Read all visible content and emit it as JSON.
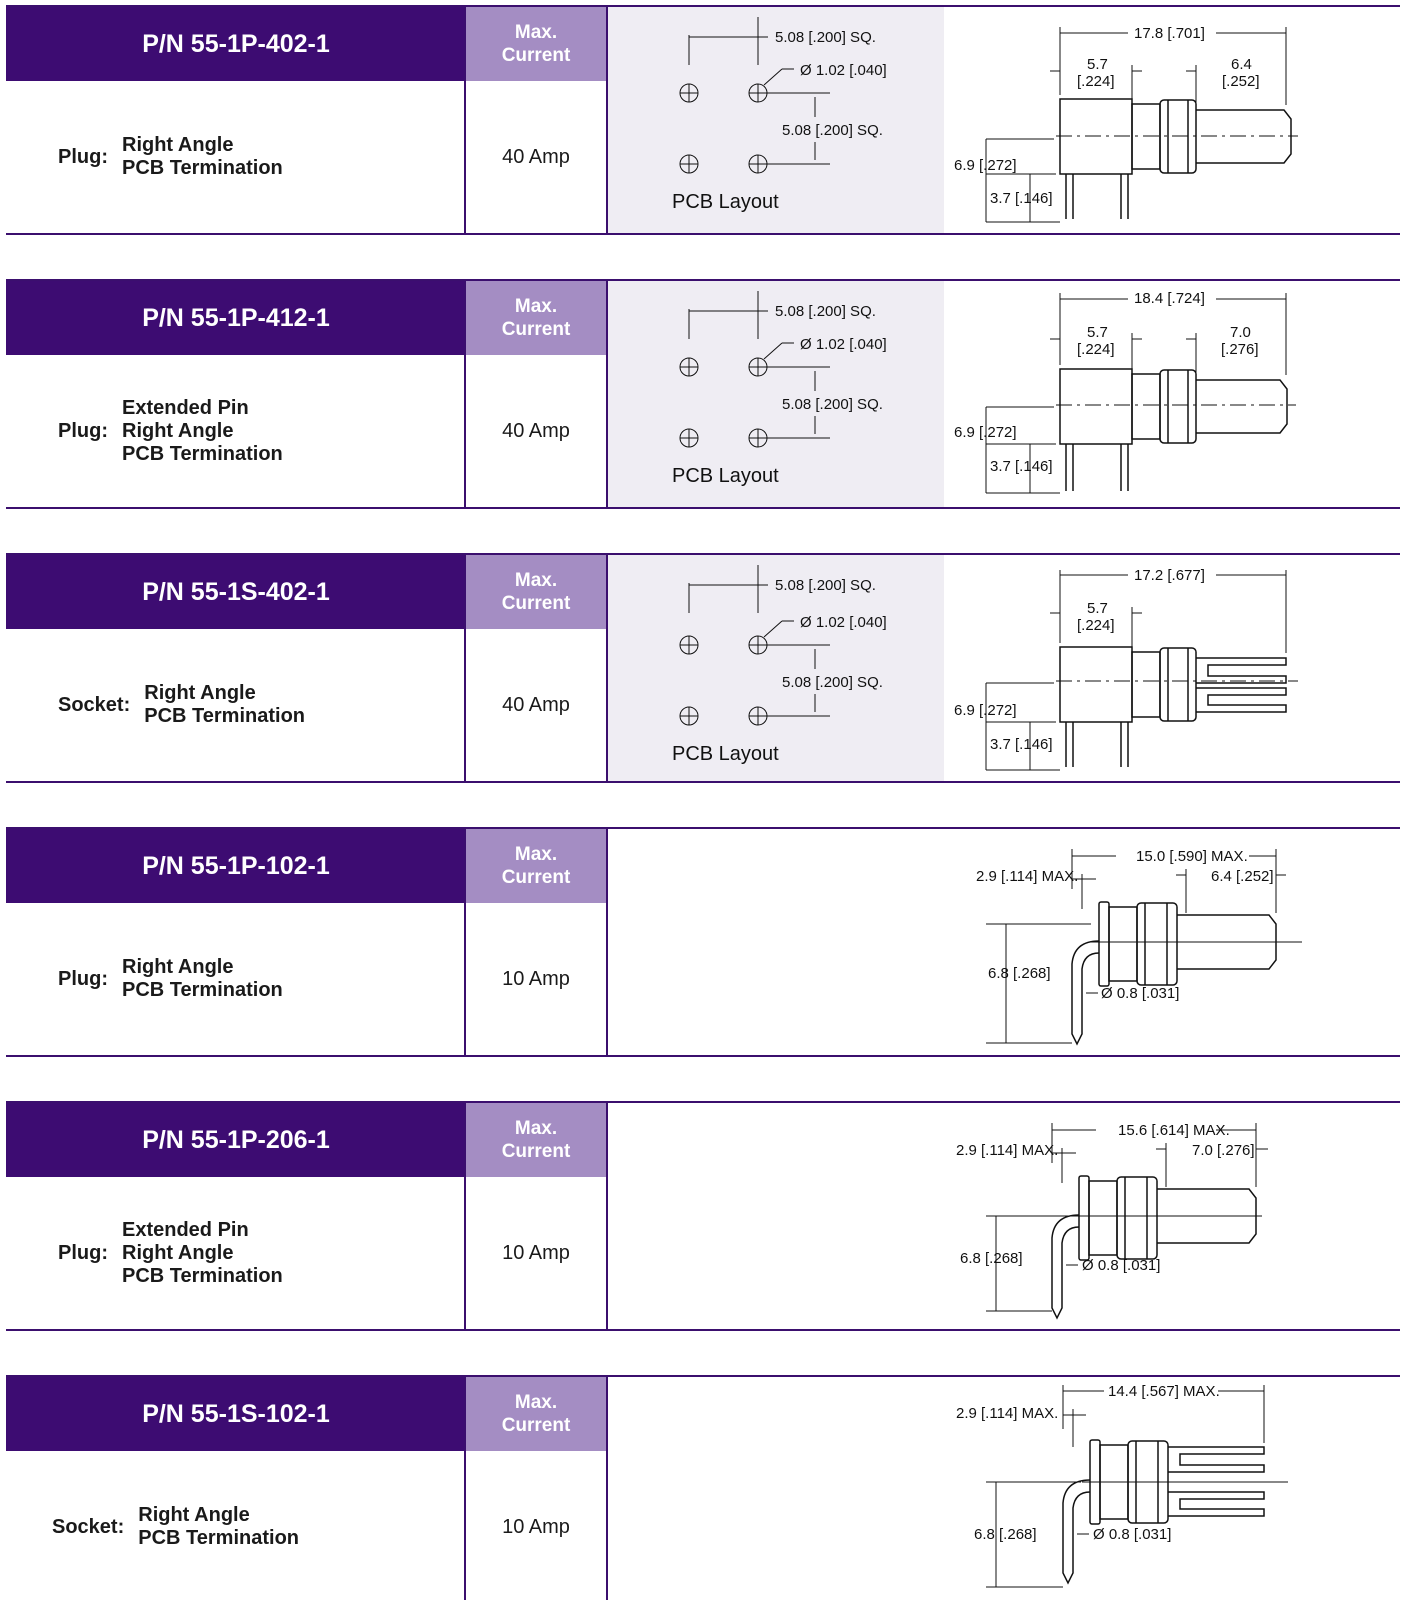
{
  "rows": [
    {
      "part_number": "P/N 55-1P-402-1",
      "type_label": "Plug:",
      "desc_lines": [
        "Right Angle",
        "PCB Termination"
      ],
      "max_current_label": [
        "Max.",
        "Current"
      ],
      "max_current": "40 Amp",
      "pcb": {
        "pitch_top": "5.08 [.200] SQ.",
        "hole_dia": "Ø 1.02 [.040]",
        "pitch_side": "5.08 [.200] SQ.",
        "title": "PCB Layout"
      },
      "dims": {
        "overall": "17.8 [.701]",
        "body_a": "5.7",
        "body_b": "[.224]",
        "pin_a": "6.4",
        "pin_b": "[.252]",
        "height": "6.9 [.272]",
        "pin_height": "3.7 [.146]"
      }
    },
    {
      "part_number": "P/N 55-1P-412-1",
      "type_label": "Plug:",
      "desc_lines": [
        "Extended Pin",
        "Right Angle",
        "PCB Termination"
      ],
      "max_current_label": [
        "Max.",
        "Current"
      ],
      "max_current": "40 Amp",
      "pcb": {
        "pitch_top": "5.08 [.200] SQ.",
        "hole_dia": "Ø 1.02 [.040]",
        "pitch_side": "5.08 [.200] SQ.",
        "title": "PCB Layout"
      },
      "dims": {
        "overall": "18.4 [.724]",
        "body_a": "5.7",
        "body_b": "[.224]",
        "pin_a": "7.0",
        "pin_b": "[.276]",
        "height": "6.9 [.272]",
        "pin_height": "3.7 [.146]"
      }
    },
    {
      "part_number": "P/N 55-1S-402-1",
      "type_label": "Socket:",
      "desc_lines": [
        "Right Angle",
        "PCB Termination"
      ],
      "max_current_label": [
        "Max.",
        "Current"
      ],
      "max_current": "40 Amp",
      "pcb": {
        "pitch_top": "5.08 [.200] SQ.",
        "hole_dia": "Ø 1.02 [.040]",
        "pitch_side": "5.08 [.200] SQ.",
        "title": "PCB Layout"
      },
      "dims": {
        "overall": "17.2 [.677]",
        "body_a": "5.7",
        "body_b": "[.224]",
        "height": "6.9 [.272]",
        "pin_height": "3.7 [.146]"
      }
    },
    {
      "part_number": "P/N 55-1P-102-1",
      "type_label": "Plug:",
      "desc_lines": [
        "Right Angle",
        "PCB Termination"
      ],
      "max_current_label": [
        "Max.",
        "Current"
      ],
      "max_current": "10 Amp",
      "dims": {
        "overall": "15.0 [.590] MAX.",
        "flange": "2.9 [.114] MAX.",
        "pin": "6.4 [.252]",
        "height": "6.8 [.268]",
        "pin_dia": "Ø 0.8 [.031]"
      }
    },
    {
      "part_number": "P/N 55-1P-206-1",
      "type_label": "Plug:",
      "desc_lines": [
        "Extended Pin",
        "Right Angle",
        "PCB Termination"
      ],
      "max_current_label": [
        "Max.",
        "Current"
      ],
      "max_current": "10 Amp",
      "dims": {
        "overall": "15.6 [.614] MAX.",
        "flange": "2.9 [.114] MAX.",
        "pin": "7.0 [.276]",
        "height": "6.8 [.268]",
        "pin_dia": "Ø 0.8 [.031]"
      }
    },
    {
      "part_number": "P/N 55-1S-102-1",
      "type_label": "Socket:",
      "desc_lines": [
        "Right Angle",
        "PCB Termination"
      ],
      "max_current_label": [
        "Max.",
        "Current"
      ],
      "max_current": "10 Amp",
      "dims": {
        "overall": "14.4 [.567] MAX.",
        "flange": "2.9 [.114] MAX.",
        "height": "6.8 [.268]",
        "pin_dia": "Ø 0.8 [.031]"
      }
    }
  ],
  "colors": {
    "header_purple": "#3d0c72",
    "current_header_lavender": "#a48dc3",
    "pcb_panel_bg": "#efedf3",
    "rule_line": "#3b0f6e"
  }
}
